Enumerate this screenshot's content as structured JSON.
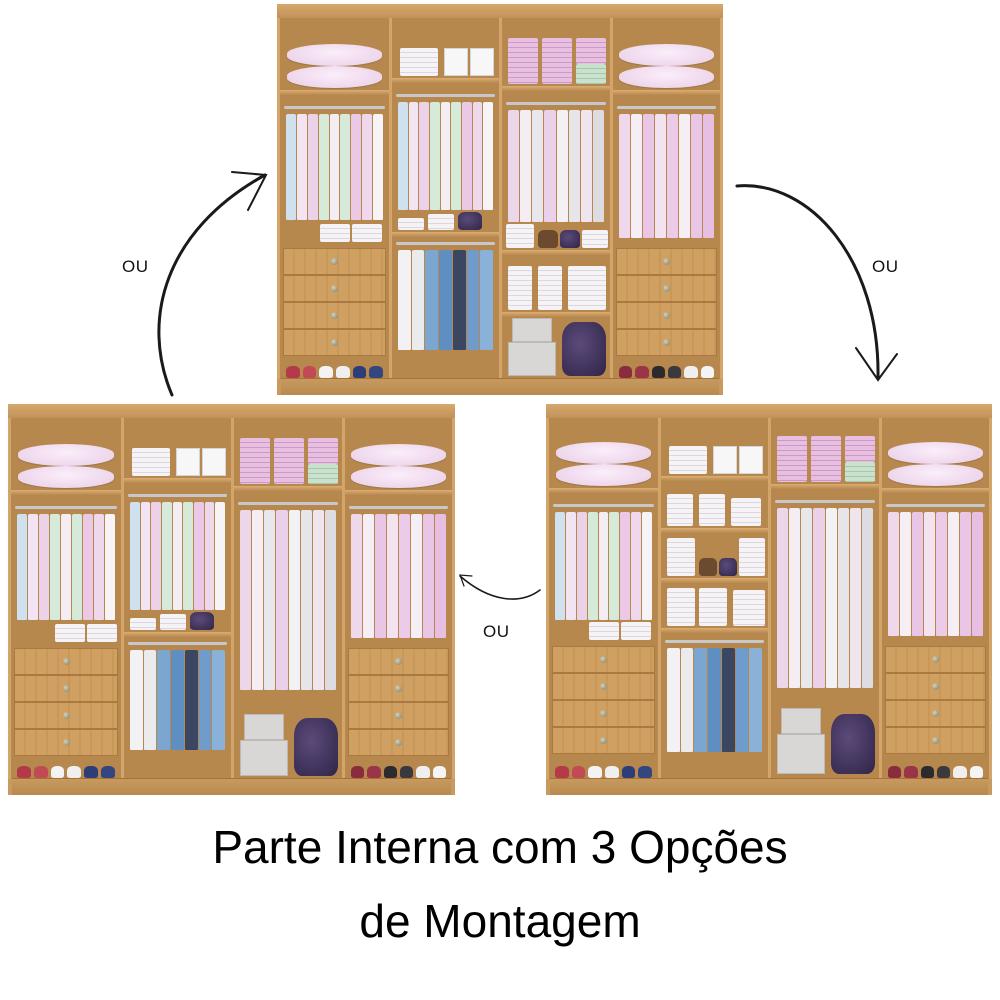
{
  "caption": {
    "line1": "Parte Interna com 3 Opções",
    "line2": "de Montagem"
  },
  "connectors": [
    {
      "label": "OU",
      "direction": "bottom-left to top"
    },
    {
      "label": "OU",
      "direction": "top to bottom-right"
    },
    {
      "label": "OU",
      "direction": "bottom-right to bottom-left"
    }
  ],
  "wardrobes": [
    {
      "id": "option-top",
      "columns": 4,
      "variant": "center-left with two hanging rods, center-right with shelves"
    },
    {
      "id": "option-bottom-left",
      "columns": 4,
      "variant": "center-right full-height hanging"
    },
    {
      "id": "option-bottom-right",
      "columns": 4,
      "variant": "center-left with stacked shelves"
    }
  ],
  "colors": {
    "wood": "#c99a5e",
    "wood_dark": "#b7884e",
    "arrow": "#1a1a1a",
    "text": "#000000"
  }
}
